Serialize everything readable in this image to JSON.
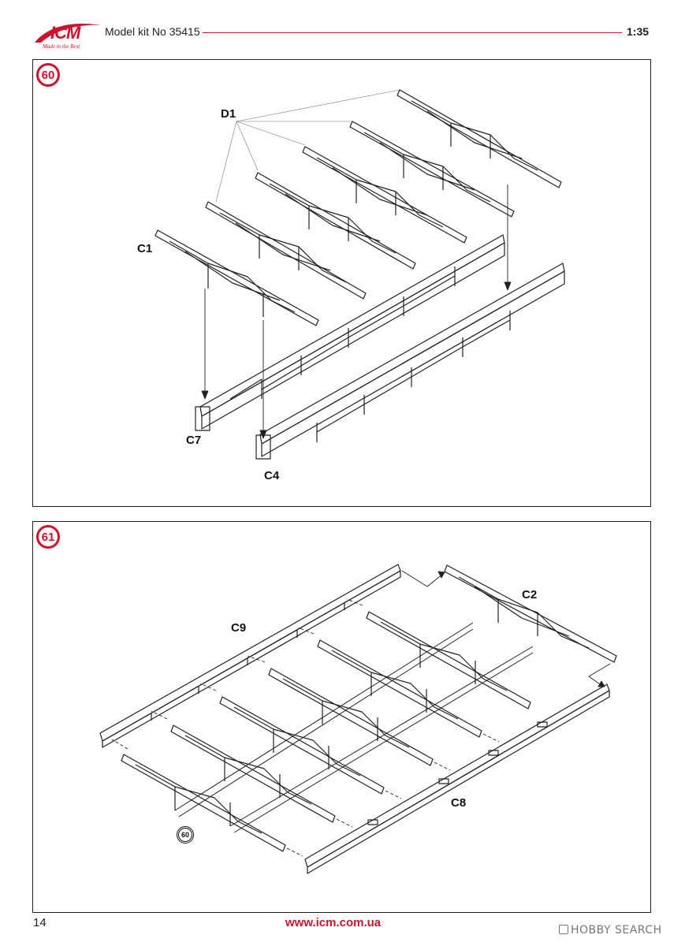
{
  "header": {
    "logo_text": "ICM",
    "logo_tagline": "Made in the Best",
    "title": "Model kit No 35415",
    "scale": "1:35"
  },
  "steps": [
    {
      "number": "60",
      "labels": {
        "d1": "D1",
        "c1": "C1",
        "c7": "C7",
        "c4": "C4"
      }
    },
    {
      "number": "61",
      "labels": {
        "c2": "C2",
        "c9": "C9",
        "c8": "C8"
      },
      "reference": "60"
    }
  ],
  "footer": {
    "page_number": "14",
    "website": "www.icm.com.ua",
    "watermark": "HOBBY SEARCH"
  },
  "colors": {
    "accent": "#d0102b",
    "line": "#222222"
  }
}
